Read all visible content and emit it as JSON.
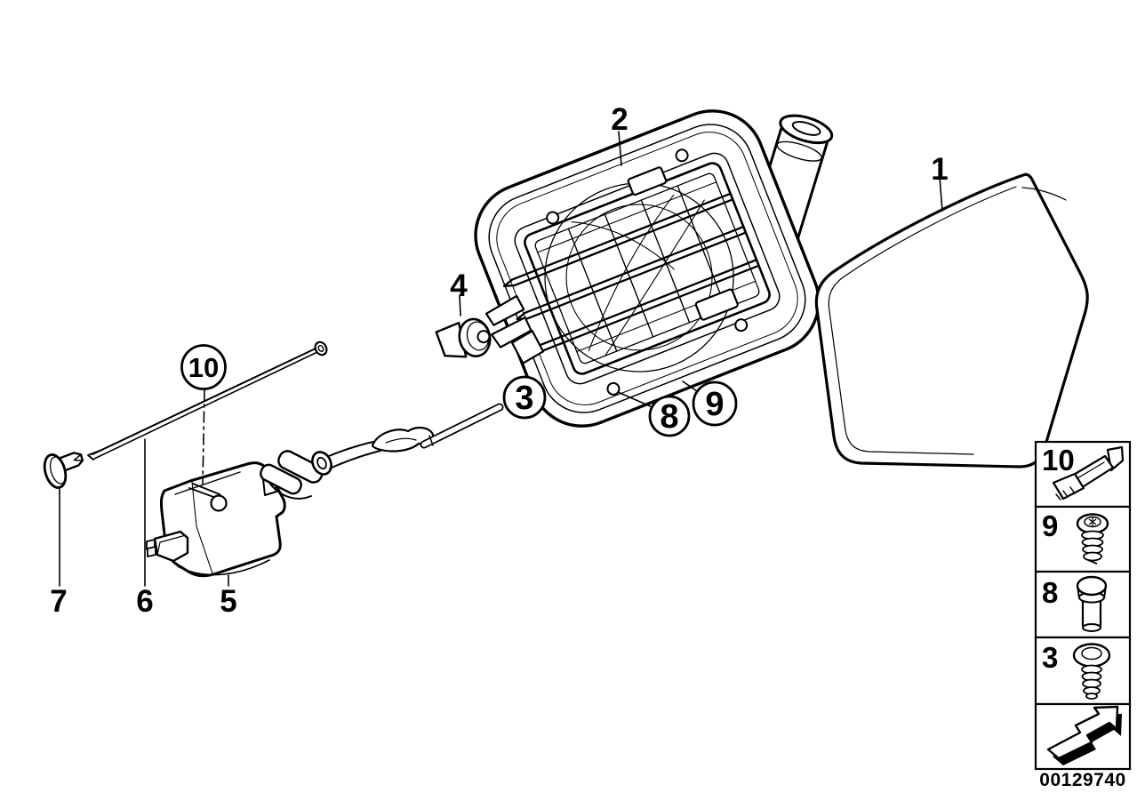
{
  "colors": {
    "background": "#ffffff",
    "line": "#000000"
  },
  "callouts": {
    "plain": [
      {
        "id": "1"
      },
      {
        "id": "2"
      },
      {
        "id": "4"
      },
      {
        "id": "5"
      },
      {
        "id": "6"
      },
      {
        "id": "7"
      }
    ],
    "circled": [
      {
        "id": "3"
      },
      {
        "id": "8"
      },
      {
        "id": "9"
      },
      {
        "id": "10"
      }
    ]
  },
  "legend": {
    "items": [
      {
        "number": "10",
        "icon": "retaining-clip-icon"
      },
      {
        "number": "9",
        "icon": "tapping-screw-icon"
      },
      {
        "number": "8",
        "icon": "expanding-rivet-icon"
      },
      {
        "number": "3",
        "icon": "oval-head-screw-icon"
      }
    ],
    "direction_icon": "arrow-icon",
    "code": "00129740"
  }
}
